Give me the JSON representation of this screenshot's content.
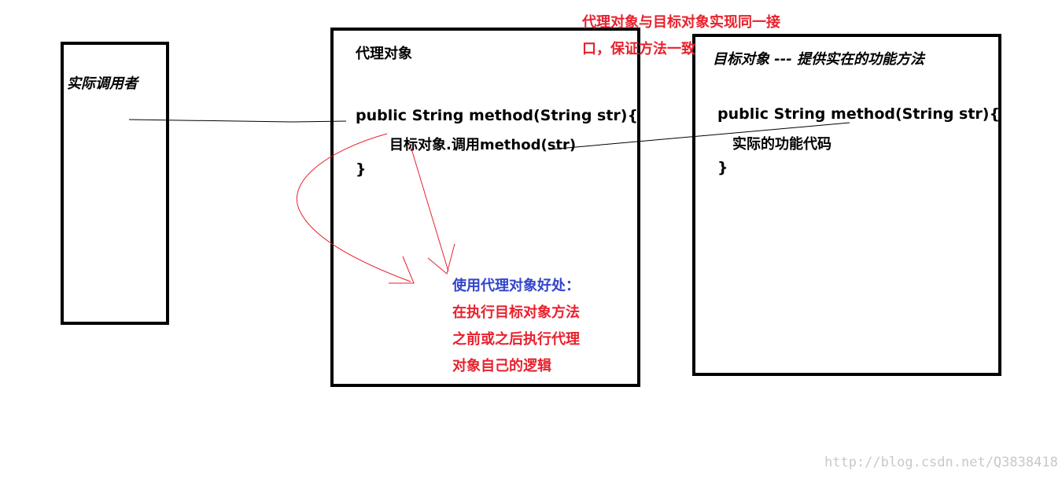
{
  "caller": {
    "label": "实际调用者"
  },
  "proxy": {
    "title": "代理对象",
    "signature": "public String method(String  str){",
    "call": "目标对象.调用method(str)",
    "close": "}"
  },
  "target": {
    "title": "目标对象 --- 提供实在的功能方法",
    "signature": "public String method(String  str){",
    "body": "实际的功能代码",
    "close": "}"
  },
  "note": {
    "line1": "代理对象与目标对象实现同一接",
    "line2": "口，保证方法一致"
  },
  "benefit": {
    "title": "使用代理对象好处：",
    "line1": "在执行目标对象方法",
    "line2": "之前或之后执行代理",
    "line3": "对象自己的逻辑"
  },
  "watermark": "http://blog.csdn.net/Q3838418",
  "colors": {
    "border": "#000000",
    "annotation_red": "#e8212d",
    "benefit_blue": "#3344cc",
    "watermark_gray": "#c8c8c8"
  }
}
